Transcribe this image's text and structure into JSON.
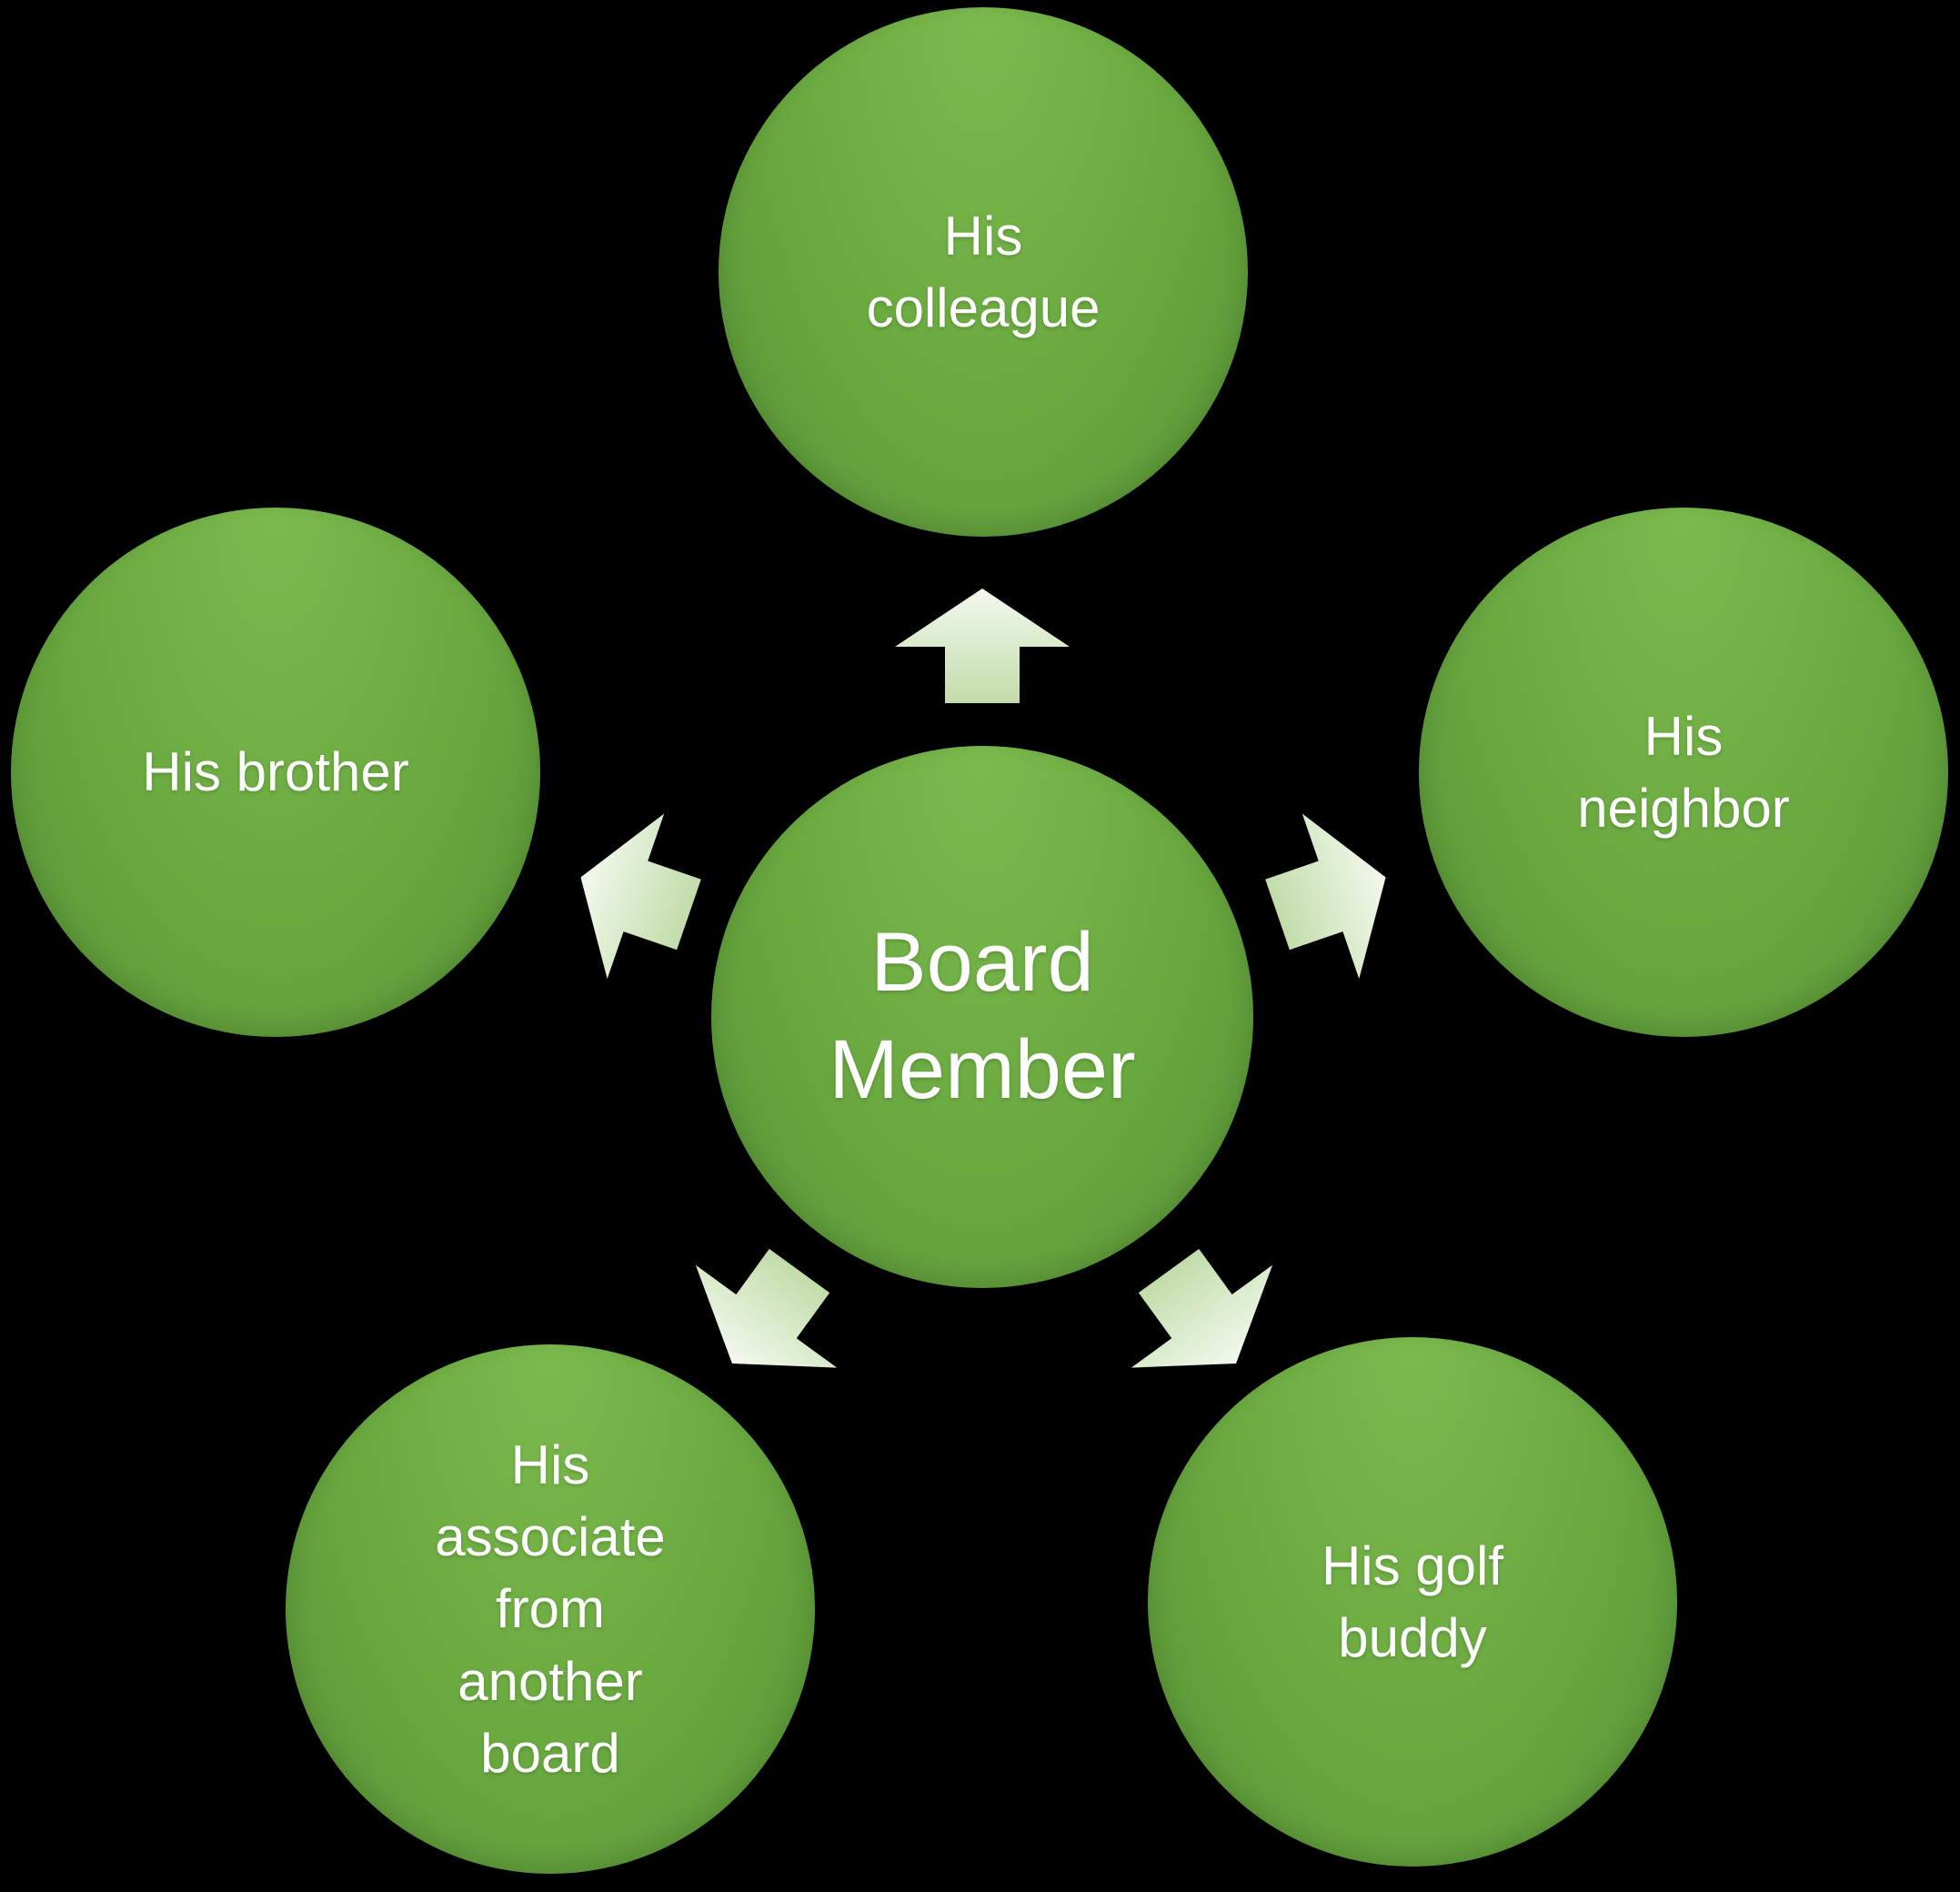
{
  "colors": {
    "background": "#000000",
    "circle-light": "#7cba4e",
    "circle-mid": "#6aa940",
    "circle-dark": "#589335",
    "arrow-light": "#f3f9ee",
    "arrow-dark": "#c2dcaa",
    "label-text": "#ffffff"
  },
  "diagram": {
    "type": "radial-cycle",
    "center": {
      "label": "Board\nMember"
    },
    "nodes": [
      {
        "id": "colleague",
        "position": "top",
        "label": "His\ncolleague"
      },
      {
        "id": "neighbor",
        "position": "right",
        "label": "His\nneighbor"
      },
      {
        "id": "golf-buddy",
        "position": "bottom-right",
        "label": "His golf\nbuddy"
      },
      {
        "id": "associate",
        "position": "bottom-left",
        "label": "His\nassociate\nfrom\nanother\nboard"
      },
      {
        "id": "brother",
        "position": "left",
        "label": "His brother"
      }
    ]
  }
}
